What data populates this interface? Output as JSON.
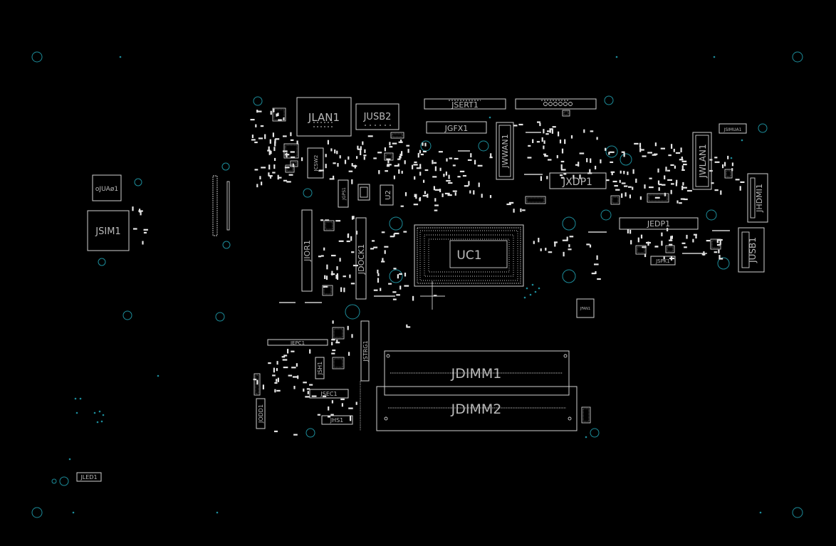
{
  "board": {
    "background": "#000000",
    "silkscreen_color": "#d0d0d0",
    "via_color": "#1c8c9a",
    "components": {
      "uc1": "UC1",
      "jdimm1": "JDIMM1",
      "jdimm2": "JDIMM2",
      "jlan1": "JLAN1",
      "jusb2": "JUSB2",
      "jsert1": "JSERT1",
      "jgfx1": "JGFX1",
      "jwwan1": "JWWAN1",
      "jxdp1": "JXDP1",
      "jwlan1": "JWLAN1",
      "jhdmi1": "JHDMI1",
      "jusb1": "JUSB1",
      "jedp1": "JEDP1",
      "jspk1": "JSPK1",
      "jfan1": "JFAN1",
      "jior1": "JIOR1",
      "jdock1": "JDOCK1",
      "jstrg1": "JSTRG1",
      "jepc1": "JEPC1",
      "jsh1": "JSH1",
      "jsec1": "JSEC1",
      "jhs1": "JHS1",
      "jodd1": "JODD1",
      "jsim1": "JSIM1",
      "jua01": "oJUAø1",
      "jled1": "JLED1",
      "jcsw2": "JCSW2",
      "jgps1": "JGPS1",
      "u2": "U2",
      "jsimua1": "JSIMUA1"
    }
  }
}
